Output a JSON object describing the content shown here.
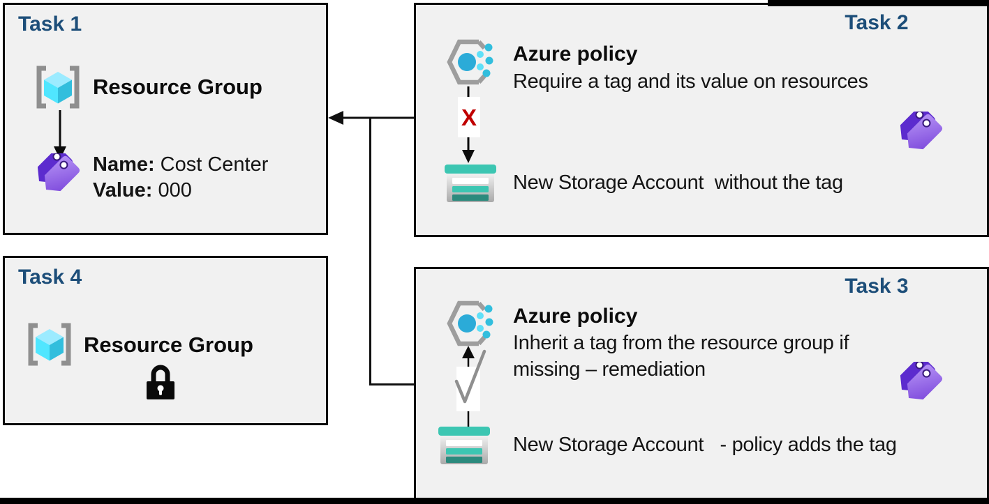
{
  "task1": {
    "title": "Task 1",
    "resource_group_label": "Resource Group",
    "tag_name_label": "Name:",
    "tag_name_value": "Cost Center",
    "tag_value_label": "Value:",
    "tag_value_value": "000"
  },
  "task2": {
    "title": "Task 2",
    "policy_name": "Azure policy",
    "policy_description": "Require a tag and its value on resources",
    "deny_mark": "X",
    "storage_caption": "New Storage Account  without the tag"
  },
  "task3": {
    "title": "Task 3",
    "policy_name": "Azure policy",
    "policy_description_line1": "Inherit a tag from the resource group if",
    "policy_description_line2": "missing – remediation",
    "check_symbol": "✓",
    "storage_caption": "New Storage Account   - policy adds the tag"
  },
  "task4": {
    "title": "Task 4",
    "resource_group_label": "Resource Group"
  },
  "colors": {
    "task_title": "#1d4e79",
    "box_fill": "#f1f1f1",
    "box_border": "#0b0b0b",
    "deny_x": "#c00000",
    "storage_teal": "#3cc6b2",
    "storage_teal_dark": "#2b8a7d",
    "policy_dot_blue": "#32bedd",
    "policy_circle_blue": "#2babd8",
    "cube_cyan": "#50e6ff",
    "tag_purple_front": "#8a5ae0",
    "tag_purple_back": "#5c2bce",
    "bracket_gray": "#8f8f8f",
    "check_gray": "#8f8f8f"
  }
}
